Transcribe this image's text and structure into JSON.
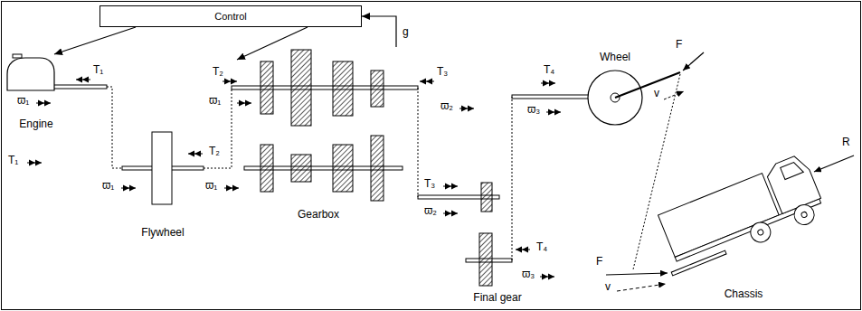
{
  "diagram": {
    "nodes": [
      {
        "text": [
          "Control"
        ]
      },
      {
        "text": [
          "Engine"
        ]
      },
      {
        "text": [
          "Flywheel"
        ]
      },
      {
        "text": [
          "Gearbox"
        ]
      },
      {
        "text": [
          "Final gear"
        ]
      },
      {
        "text": [
          "Wheel"
        ]
      },
      {
        "text": [
          "Chassis"
        ]
      }
    ],
    "edges": [
      {
        "from": 0,
        "to": 1,
        "arrow": "to"
      },
      {
        "from": 0,
        "to": 3,
        "arrow": "to"
      },
      {
        "from": 3,
        "to": 0,
        "label": "g",
        "arrow": "to"
      }
    ],
    "labels": [
      "T₁",
      "T₂",
      "T₃",
      "T₄",
      "F",
      "v",
      "ϖ₁",
      "ϖ₁",
      "ϖ₂",
      "ϖ₃",
      "R",
      "T₁",
      "T₂",
      "ϖ₁",
      "ϖ₁",
      "T₃",
      "ϖ₂",
      "T₄",
      "F",
      "ϖ₃",
      "v"
    ]
  }
}
